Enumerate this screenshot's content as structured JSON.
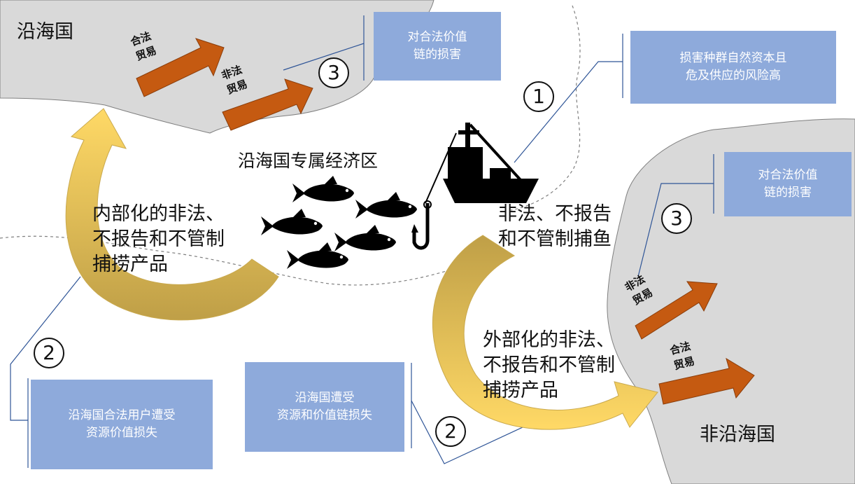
{
  "regions": {
    "coastal_state": "沿海国",
    "non_coastal_state": "非沿海国",
    "eez": "沿海国专属经济区"
  },
  "internalized_label": [
    "内部化的非法、",
    "不报告和不管制",
    "捕捞产品"
  ],
  "externalized_label": [
    "外部化的非法、",
    "不报告和不管制",
    "捕捞产品"
  ],
  "iuu_fishing_label": [
    "非法、不报告",
    "和不管制捕鱼"
  ],
  "trade_arrows": {
    "legal": [
      "合法",
      "贸易"
    ],
    "illegal": [
      "非法",
      "贸易"
    ]
  },
  "boxes": {
    "harm_legal_chain_top": [
      "对合法价值",
      "链的损害"
    ],
    "harm_legal_chain_right": [
      "对合法价值",
      "链的损害"
    ],
    "stock_risk": [
      "损害种群自然资本且",
      "危及供应的风险高"
    ],
    "coastal_users_loss": [
      "沿海国合法用户遭受",
      "资源价值损失"
    ],
    "coastal_state_loss": [
      "沿海国遭受",
      "资源和价值链损失"
    ]
  },
  "markers": {
    "one": "1",
    "two": "2",
    "three": "3"
  },
  "colors": {
    "land": "#D9D9D9",
    "box": "#8EAADB",
    "trade_arrow": "#C55A11",
    "flow_arrow_light": "#FFD966",
    "flow_arrow_dark": "#BF9F47"
  }
}
